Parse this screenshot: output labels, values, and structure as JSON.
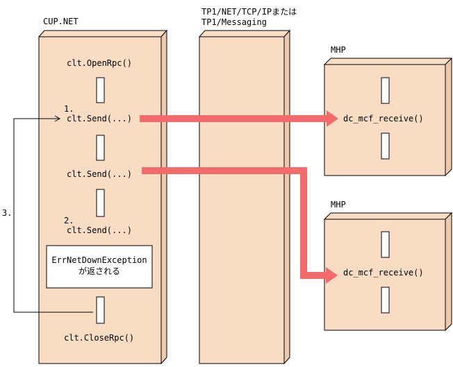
{
  "columns": {
    "client": {
      "title": "CUP.NET"
    },
    "network": {
      "title_line1": "TP1/NET/TCP/IPまたは",
      "title_line2": "TP1/Messaging"
    },
    "server_top": {
      "title": "MHP"
    },
    "server_bottom": {
      "title": "MHP"
    }
  },
  "client_steps": {
    "open": "clt.OpenRpc()",
    "send1_num": "1.",
    "send1": "clt.Send(...)",
    "send_mid": "clt.Send(...)",
    "send2_num": "2.",
    "send2": "clt.Send(...)",
    "close": "clt.CloseRpc()"
  },
  "exception": {
    "line1": "ErrNetDownException",
    "line2": "が返される"
  },
  "server_top_call": "dc_mcf_receive()",
  "server_bottom_call": "dc_mcf_receive()",
  "retry_label": "3.",
  "colors": {
    "box_fill": "#f8dcc4",
    "box_side": "#edc9ad",
    "arrow": "#f46b6b",
    "line": "#000000"
  }
}
